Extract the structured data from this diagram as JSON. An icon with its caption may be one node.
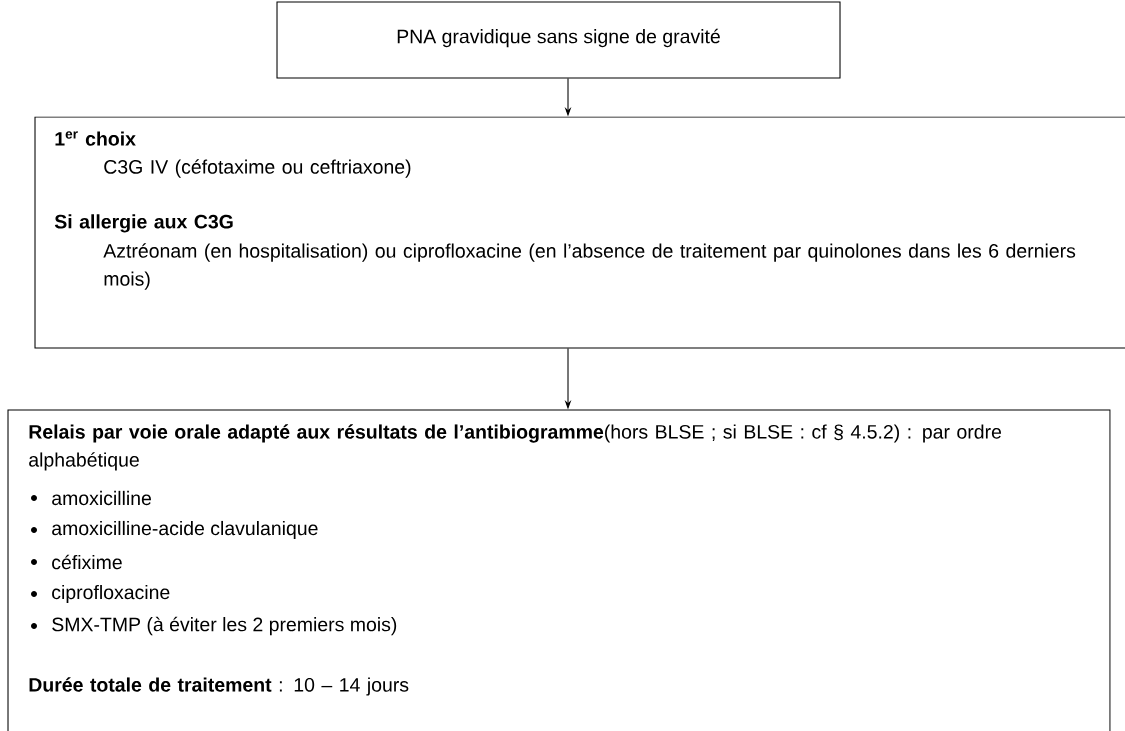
{
  "diagram": {
    "nodes": [
      {
        "text": [
          "PNA gravidique sans signe de gravité"
        ]
      },
      {
        "text": [
          "1$^{er}$ choix",
          "C3G IV (céfotaxime ou ceftriaxone)",
          "Si allergie aux C3G",
          "Aztréonam (en hospitalisation) ou ciprofloxacine (en l’absence de traitement par quinolones dans les 6 derniers mois)"
        ]
      },
      {
        "text": [
          "**Relais par voie orale adapté aux résultats de l’antibiogramme**(hors BLSE ; si BLSE : cf § 4.5.2) : par ordre alphabétique",
          "amoxicilline",
          "amoxicilline-acide clavulanique",
          "céfixime",
          "ciprofloxacine",
          "SMX-TMP (à éviter les 2 premiers mois)",
          "**Durée totale de traitement** : 10 – 14 jours"
        ]
      }
    ],
    "edges": [
      {
        "from": 0,
        "to": 1,
        "arrow": "to"
      },
      {
        "from": 1,
        "to": 2,
        "arrow": "to"
      }
    ]
  }
}
